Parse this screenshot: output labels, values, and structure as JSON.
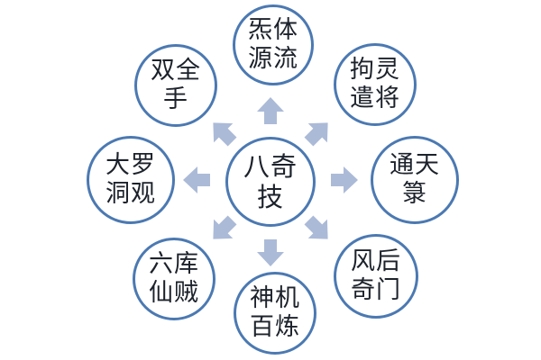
{
  "diagram": {
    "type": "radial-diagram",
    "center": {
      "label": "八奇技",
      "lines": [
        "八奇",
        "技"
      ]
    },
    "nodes": [
      {
        "position": "top",
        "label": "炁体源流",
        "lines": [
          "炁体",
          "源流"
        ]
      },
      {
        "position": "top-right",
        "label": "拘灵遣将",
        "lines": [
          "拘灵",
          "遣将"
        ]
      },
      {
        "position": "right",
        "label": "通天箓",
        "lines": [
          "通天",
          "箓"
        ]
      },
      {
        "position": "bottom-right",
        "label": "风后奇门",
        "lines": [
          "风后",
          "奇门"
        ]
      },
      {
        "position": "bottom",
        "label": "神机百炼",
        "lines": [
          "神机",
          "百炼"
        ]
      },
      {
        "position": "bottom-left",
        "label": "六库仙贼",
        "lines": [
          "六库",
          "仙贼"
        ]
      },
      {
        "position": "left",
        "label": "大罗洞观",
        "lines": [
          "大罗",
          "洞观"
        ]
      },
      {
        "position": "top-left",
        "label": "双全手",
        "lines": [
          "双全",
          "手"
        ]
      }
    ],
    "arrows": [
      {
        "direction": "up"
      },
      {
        "direction": "up-right"
      },
      {
        "direction": "right"
      },
      {
        "direction": "down-right"
      },
      {
        "direction": "down"
      },
      {
        "direction": "down-left"
      },
      {
        "direction": "left"
      },
      {
        "direction": "up-left"
      }
    ],
    "colors": {
      "circle_stroke": "#4b79b2",
      "arrow_fill": "#abbad7",
      "text": "#1c222b",
      "background": "#ffffff"
    }
  }
}
